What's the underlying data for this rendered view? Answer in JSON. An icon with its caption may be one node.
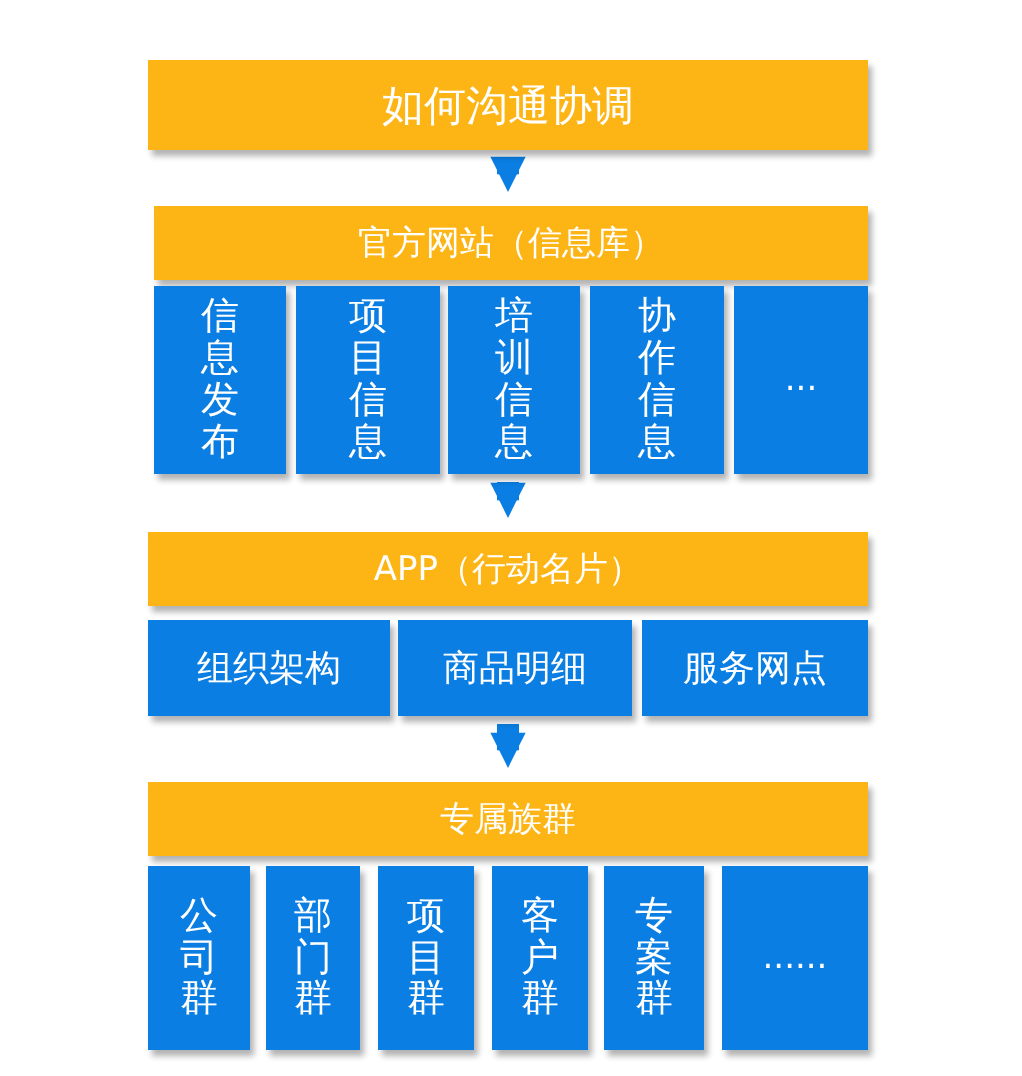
{
  "diagram": {
    "nodes": [
      {
        "text": [
          "如何沟通协调"
        ]
      },
      {
        "text": [
          "官方网站（信息库）"
        ]
      },
      {
        "text": [
          "信息发布"
        ]
      },
      {
        "text": [
          "项目信息"
        ]
      },
      {
        "text": [
          "培训信息"
        ]
      },
      {
        "text": [
          "协作信息"
        ]
      },
      {
        "text": [
          "..."
        ]
      },
      {
        "text": [
          "APP（行动名片）"
        ]
      },
      {
        "text": [
          "组织架构"
        ]
      },
      {
        "text": [
          "商品明细"
        ]
      },
      {
        "text": [
          "服务网点"
        ]
      },
      {
        "text": [
          "专属族群"
        ]
      },
      {
        "text": [
          "公司群"
        ]
      },
      {
        "text": [
          "部门群"
        ]
      },
      {
        "text": [
          "项目群"
        ]
      },
      {
        "text": [
          "客户群"
        ]
      },
      {
        "text": [
          "专案群"
        ]
      },
      {
        "text": [
          "......"
        ]
      }
    ],
    "edges": [
      {
        "from": 0,
        "to": 1,
        "arrow": "to"
      },
      {
        "from": 4,
        "to": 7,
        "arrow": "to"
      },
      {
        "from": 9,
        "to": 11,
        "arrow": "to"
      }
    ]
  }
}
